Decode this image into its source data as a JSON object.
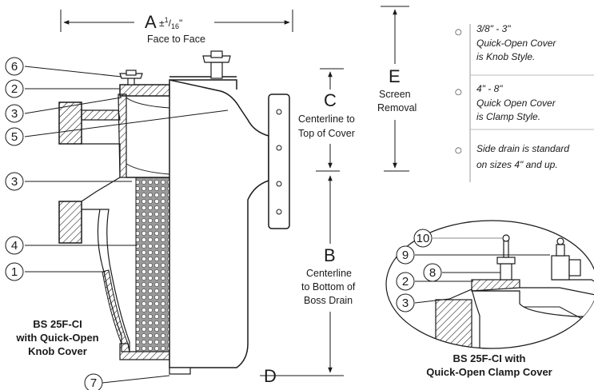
{
  "dimensions": {
    "a_letter": "A",
    "a_tolerance_prefix": "±",
    "a_tol_num": "1",
    "a_tol_den": "16",
    "a_tol_suffix": "\"",
    "a_note": "Face to Face",
    "c_letter": "C",
    "c_note_line1": "Centerline to",
    "c_note_line2": "Top of Cover",
    "e_letter": "E",
    "e_note_line1": "Screen",
    "e_note_line2": "Removal",
    "b_letter": "B",
    "b_note_line1": "Centerline",
    "b_note_line2": "to Bottom of",
    "b_note_line3": "Boss Drain",
    "d_letter": "D"
  },
  "notes": [
    {
      "bullet": "○",
      "lines": [
        "3/8\" - 3\"",
        "Quick-Open Cover",
        "is Knob Style."
      ]
    },
    {
      "bullet": "○",
      "lines": [
        "4\" - 8\"",
        "Quick Open Cover",
        "is Clamp Style."
      ]
    },
    {
      "bullet": "○",
      "lines": [
        "Side drain is standard",
        "on sizes 4\" and up."
      ]
    }
  ],
  "callouts_main": [
    "6",
    "2",
    "3",
    "5",
    "3",
    "4",
    "1",
    "7"
  ],
  "callouts_inset": [
    "10",
    "9",
    "8",
    "2",
    "3"
  ],
  "captions": {
    "main_line1": "BS 25F-CI",
    "main_line2": "with Quick-Open",
    "main_line3": "Knob Cover",
    "inset_line1": "BS 25F-CI with",
    "inset_line2": "Quick-Open Clamp Cover"
  }
}
